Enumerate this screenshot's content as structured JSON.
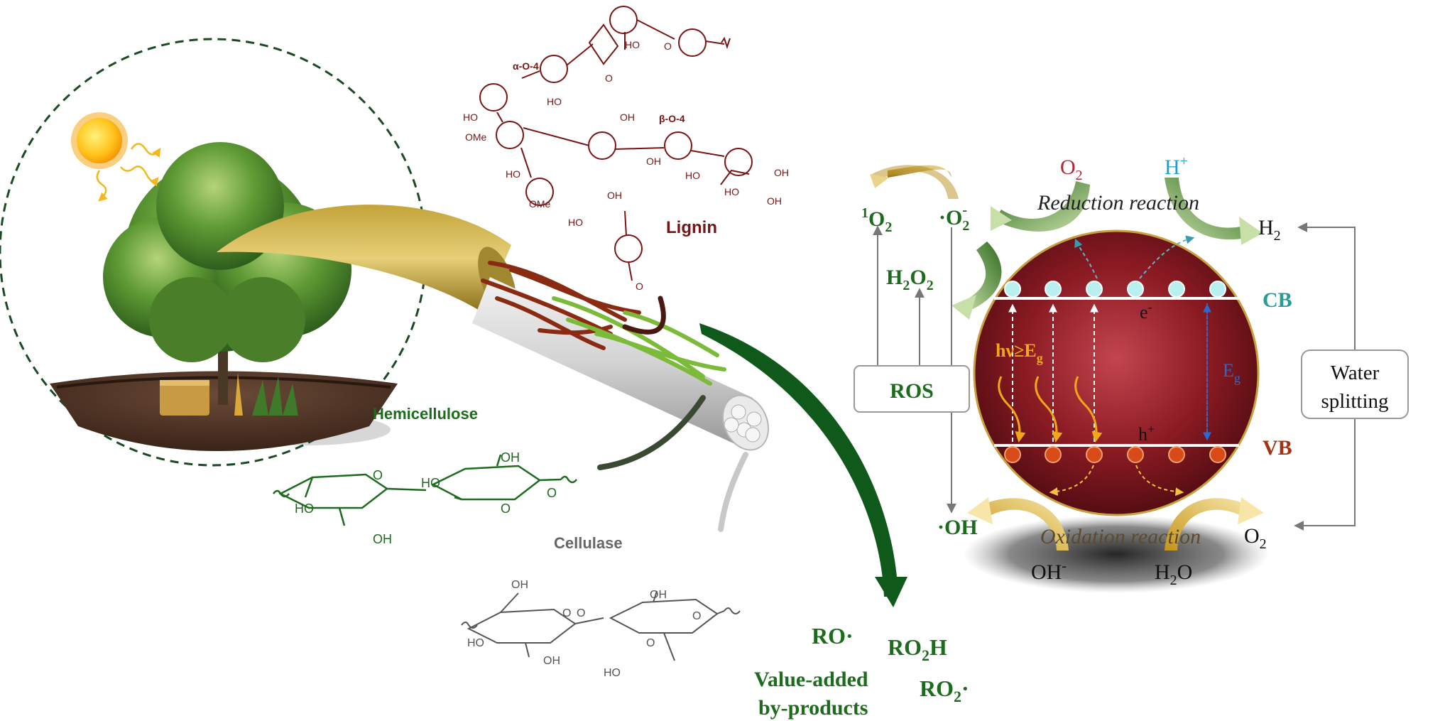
{
  "colors": {
    "green": "#1d6b1d",
    "dark_green": "#0f5a1a",
    "lignin_red": "#7a1414",
    "cellulose_gray": "#666666",
    "cb_teal": "#2a9a96",
    "vb_brown": "#a33212",
    "hv_orange": "#f0a818",
    "eg_blue": "#2a6ad0",
    "o2_red": "#b0283c",
    "h_cyan": "#18a0d8",
    "particle": "#7a1a1e"
  },
  "labels": {
    "lignin": "Lignin",
    "hemicellulose": "Hemicellulose",
    "cellulase": "Cellulase",
    "alpha_o_4": "α-O-4",
    "beta_o_4": "β-O-4",
    "oh": "OH",
    "ho": "HO",
    "o": "O",
    "ome": "OMe"
  },
  "byproducts": {
    "ro": "RO·",
    "ro2h_a": "RO",
    "ro2h_sub": "2",
    "ro2h_b": "H",
    "ro2_a": "RO",
    "ro2_sub": "2",
    "ro2_b": "·",
    "title_line1": "Value-added",
    "title_line2": "by-products"
  },
  "photocatalysis": {
    "reduction_reaction": "Reduction reaction",
    "oxidation_reaction": "Oxidation reaction",
    "cb": "CB",
    "vb": "VB",
    "electron": "e",
    "electron_sup": "-",
    "hole": "h",
    "hole_sup": "+",
    "eg": "E",
    "eg_sub": "g",
    "hv": "hν≥E",
    "hv_sub": "g",
    "o2_top": "O",
    "o2_top_sub": "2",
    "h_plus": "H",
    "h_plus_sup": "+",
    "h2": "H",
    "h2_sub": "2",
    "singlet_sup": "1",
    "singlet_o": "O",
    "singlet_sub": "2",
    "superoxide": "·O",
    "superoxide_sub": "2",
    "superoxide_sup": "-",
    "h2o2_a": "H",
    "h2o2_sub1": "2",
    "h2o2_b": "O",
    "h2o2_sub2": "2",
    "ros": "ROS",
    "oh_radical": "·OH",
    "oh_minus": "OH",
    "oh_minus_sup": "-",
    "h2o_a": "H",
    "h2o_sub": "2",
    "h2o_b": "O",
    "o2_bottom": "O",
    "o2_bottom_sub": "2",
    "water_line1": "Water",
    "water_line2": "splitting"
  }
}
